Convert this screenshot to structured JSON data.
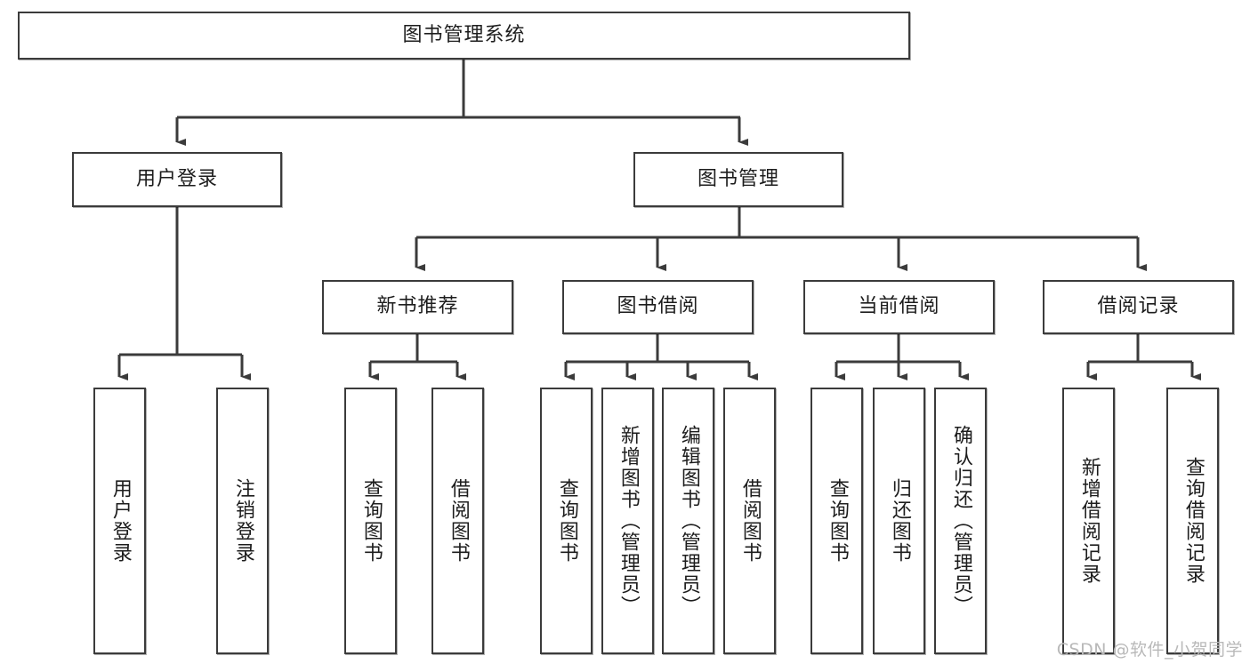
{
  "diagram": {
    "type": "tree-hierarchy-chart",
    "title": "图书管理系统",
    "orientation": "top-down",
    "colors": {
      "box_border": "#3b3b3b",
      "box_fill": "#ffffff",
      "connector": "#3b3b3b",
      "text": "#1d1d1d",
      "watermark": "#b9b9b9",
      "background": "#ffffff"
    },
    "levels": {
      "root": {
        "label": "图书管理系统"
      },
      "level2": [
        {
          "label": "用户登录"
        },
        {
          "label": "图书管理"
        }
      ],
      "level3": [
        {
          "label": "新书推荐"
        },
        {
          "label": "图书借阅"
        },
        {
          "label": "当前借阅"
        },
        {
          "label": "借阅记录"
        }
      ],
      "leaves": {
        "user_login": [
          {
            "label": "用户登录"
          },
          {
            "label": "注销登录"
          }
        ],
        "new_book_recommend": [
          {
            "label": "查询图书"
          },
          {
            "label": "借阅图书"
          }
        ],
        "book_borrow": [
          {
            "label": "查询图书"
          },
          {
            "label": "新增图书（管理员）"
          },
          {
            "label": "编辑图书（管理员）"
          },
          {
            "label": "借阅图书"
          }
        ],
        "current_borrow": [
          {
            "label": "查询图书"
          },
          {
            "label": "归还图书"
          },
          {
            "label": "确认归还（管理员）"
          }
        ],
        "borrow_record": [
          {
            "label": "新增借阅记录"
          },
          {
            "label": "查询借阅记录"
          }
        ]
      }
    },
    "watermark": "CSDN @软件_小贺同学"
  }
}
